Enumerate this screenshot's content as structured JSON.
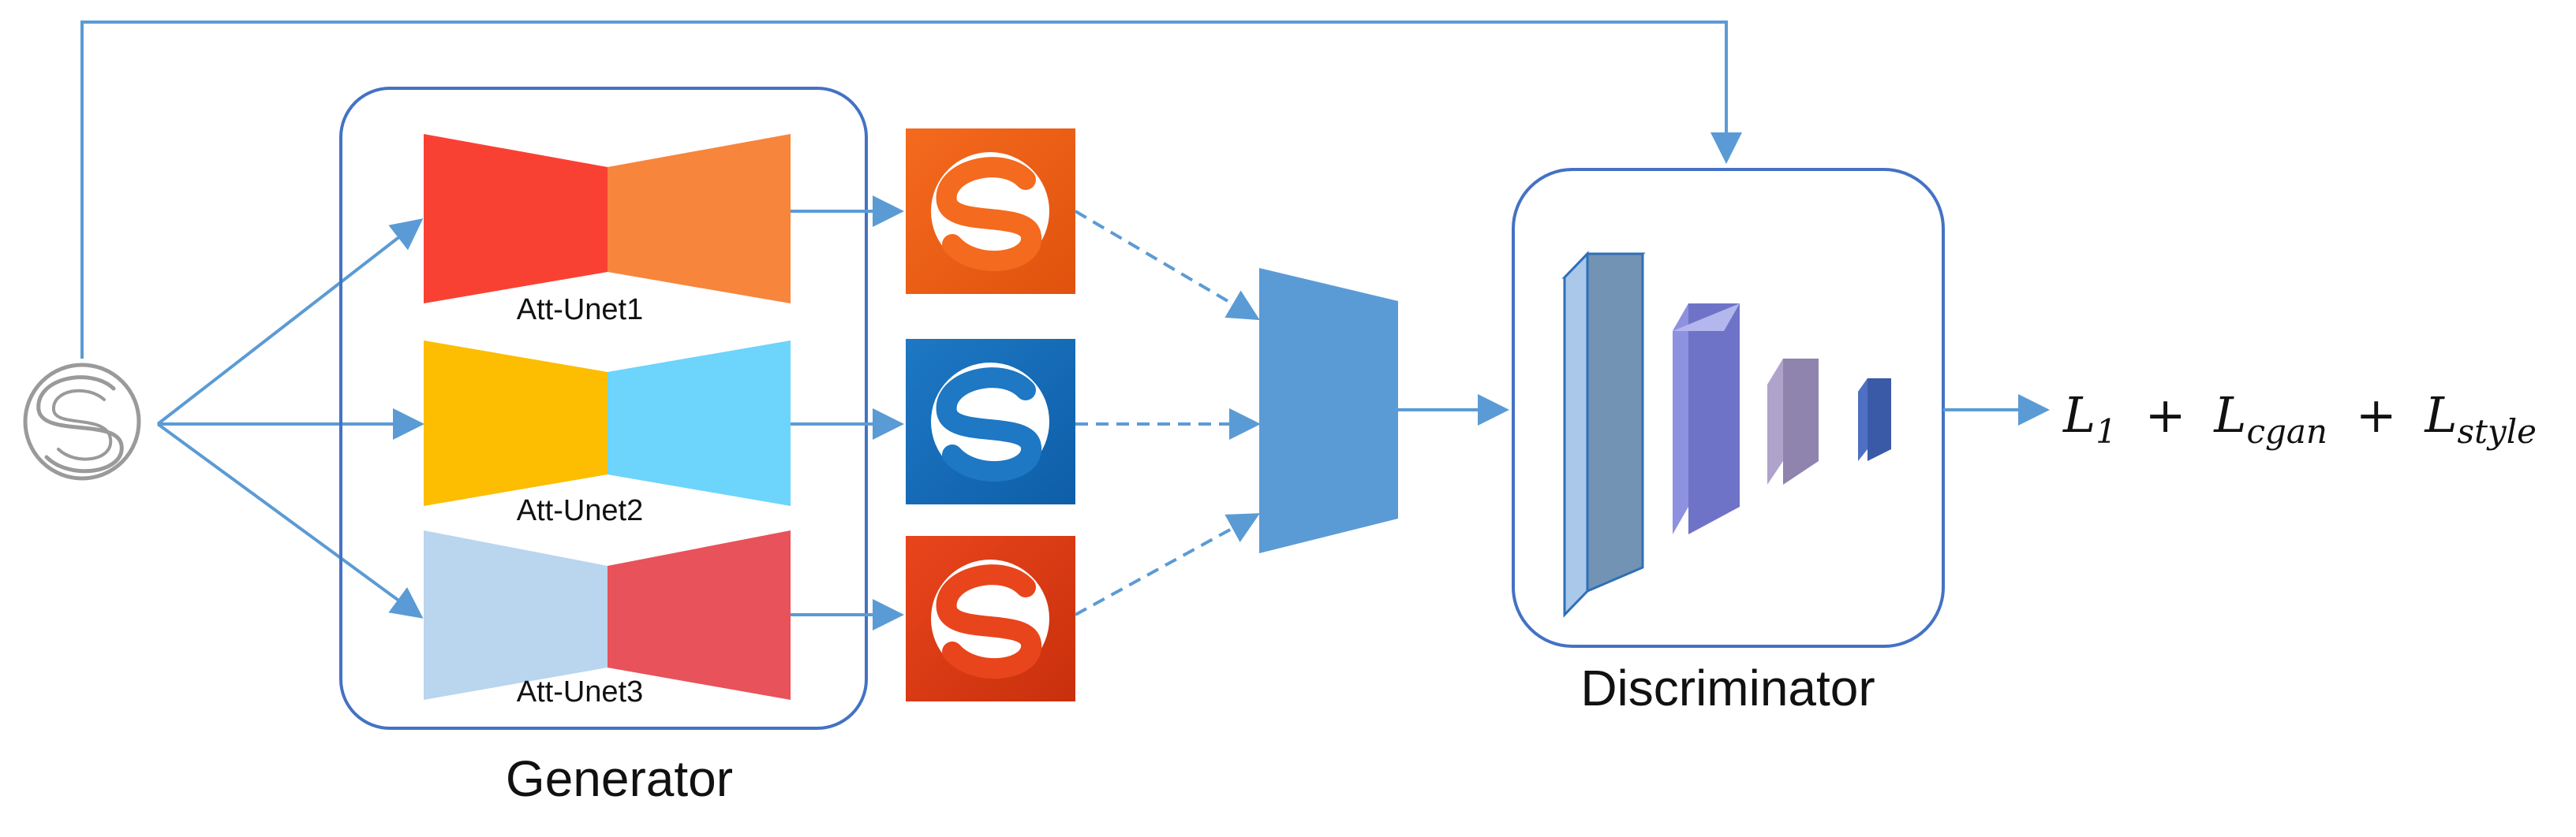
{
  "generator": {
    "title": "Generator",
    "units": [
      {
        "label": "Att-Unet1",
        "encoder_color": "#f94133",
        "decoder_color": "#f7853c",
        "output_bg": "#f46a1e",
        "output_bg_dark": "#e0520e"
      },
      {
        "label": "Att-Unet2",
        "encoder_color": "#fdbd00",
        "decoder_color": "#6dd4fb",
        "output_bg": "#1e78c4",
        "output_bg_dark": "#0e5ea8"
      },
      {
        "label": "Att-Unet3",
        "encoder_color": "#bad5ee",
        "decoder_color": "#e8525a",
        "output_bg": "#e9451c",
        "output_bg_dark": "#c8300c"
      }
    ]
  },
  "discriminator": {
    "title": "Discriminator"
  },
  "loss": {
    "L1_main": "L",
    "L1_sub": "1",
    "plus1": "+",
    "Lcgan_main": "L",
    "Lcgan_sub": "cgan",
    "plus2": "+",
    "Lstyle_main": "L",
    "Lstyle_sub": "style"
  },
  "colors": {
    "arrow": "#5b9bd5",
    "frame": "#4472c4",
    "fusion_block": "#5b9bd5"
  },
  "icons": {
    "input": "s-logo-outline-icon",
    "outputs": "s-logo-tile-icon"
  }
}
